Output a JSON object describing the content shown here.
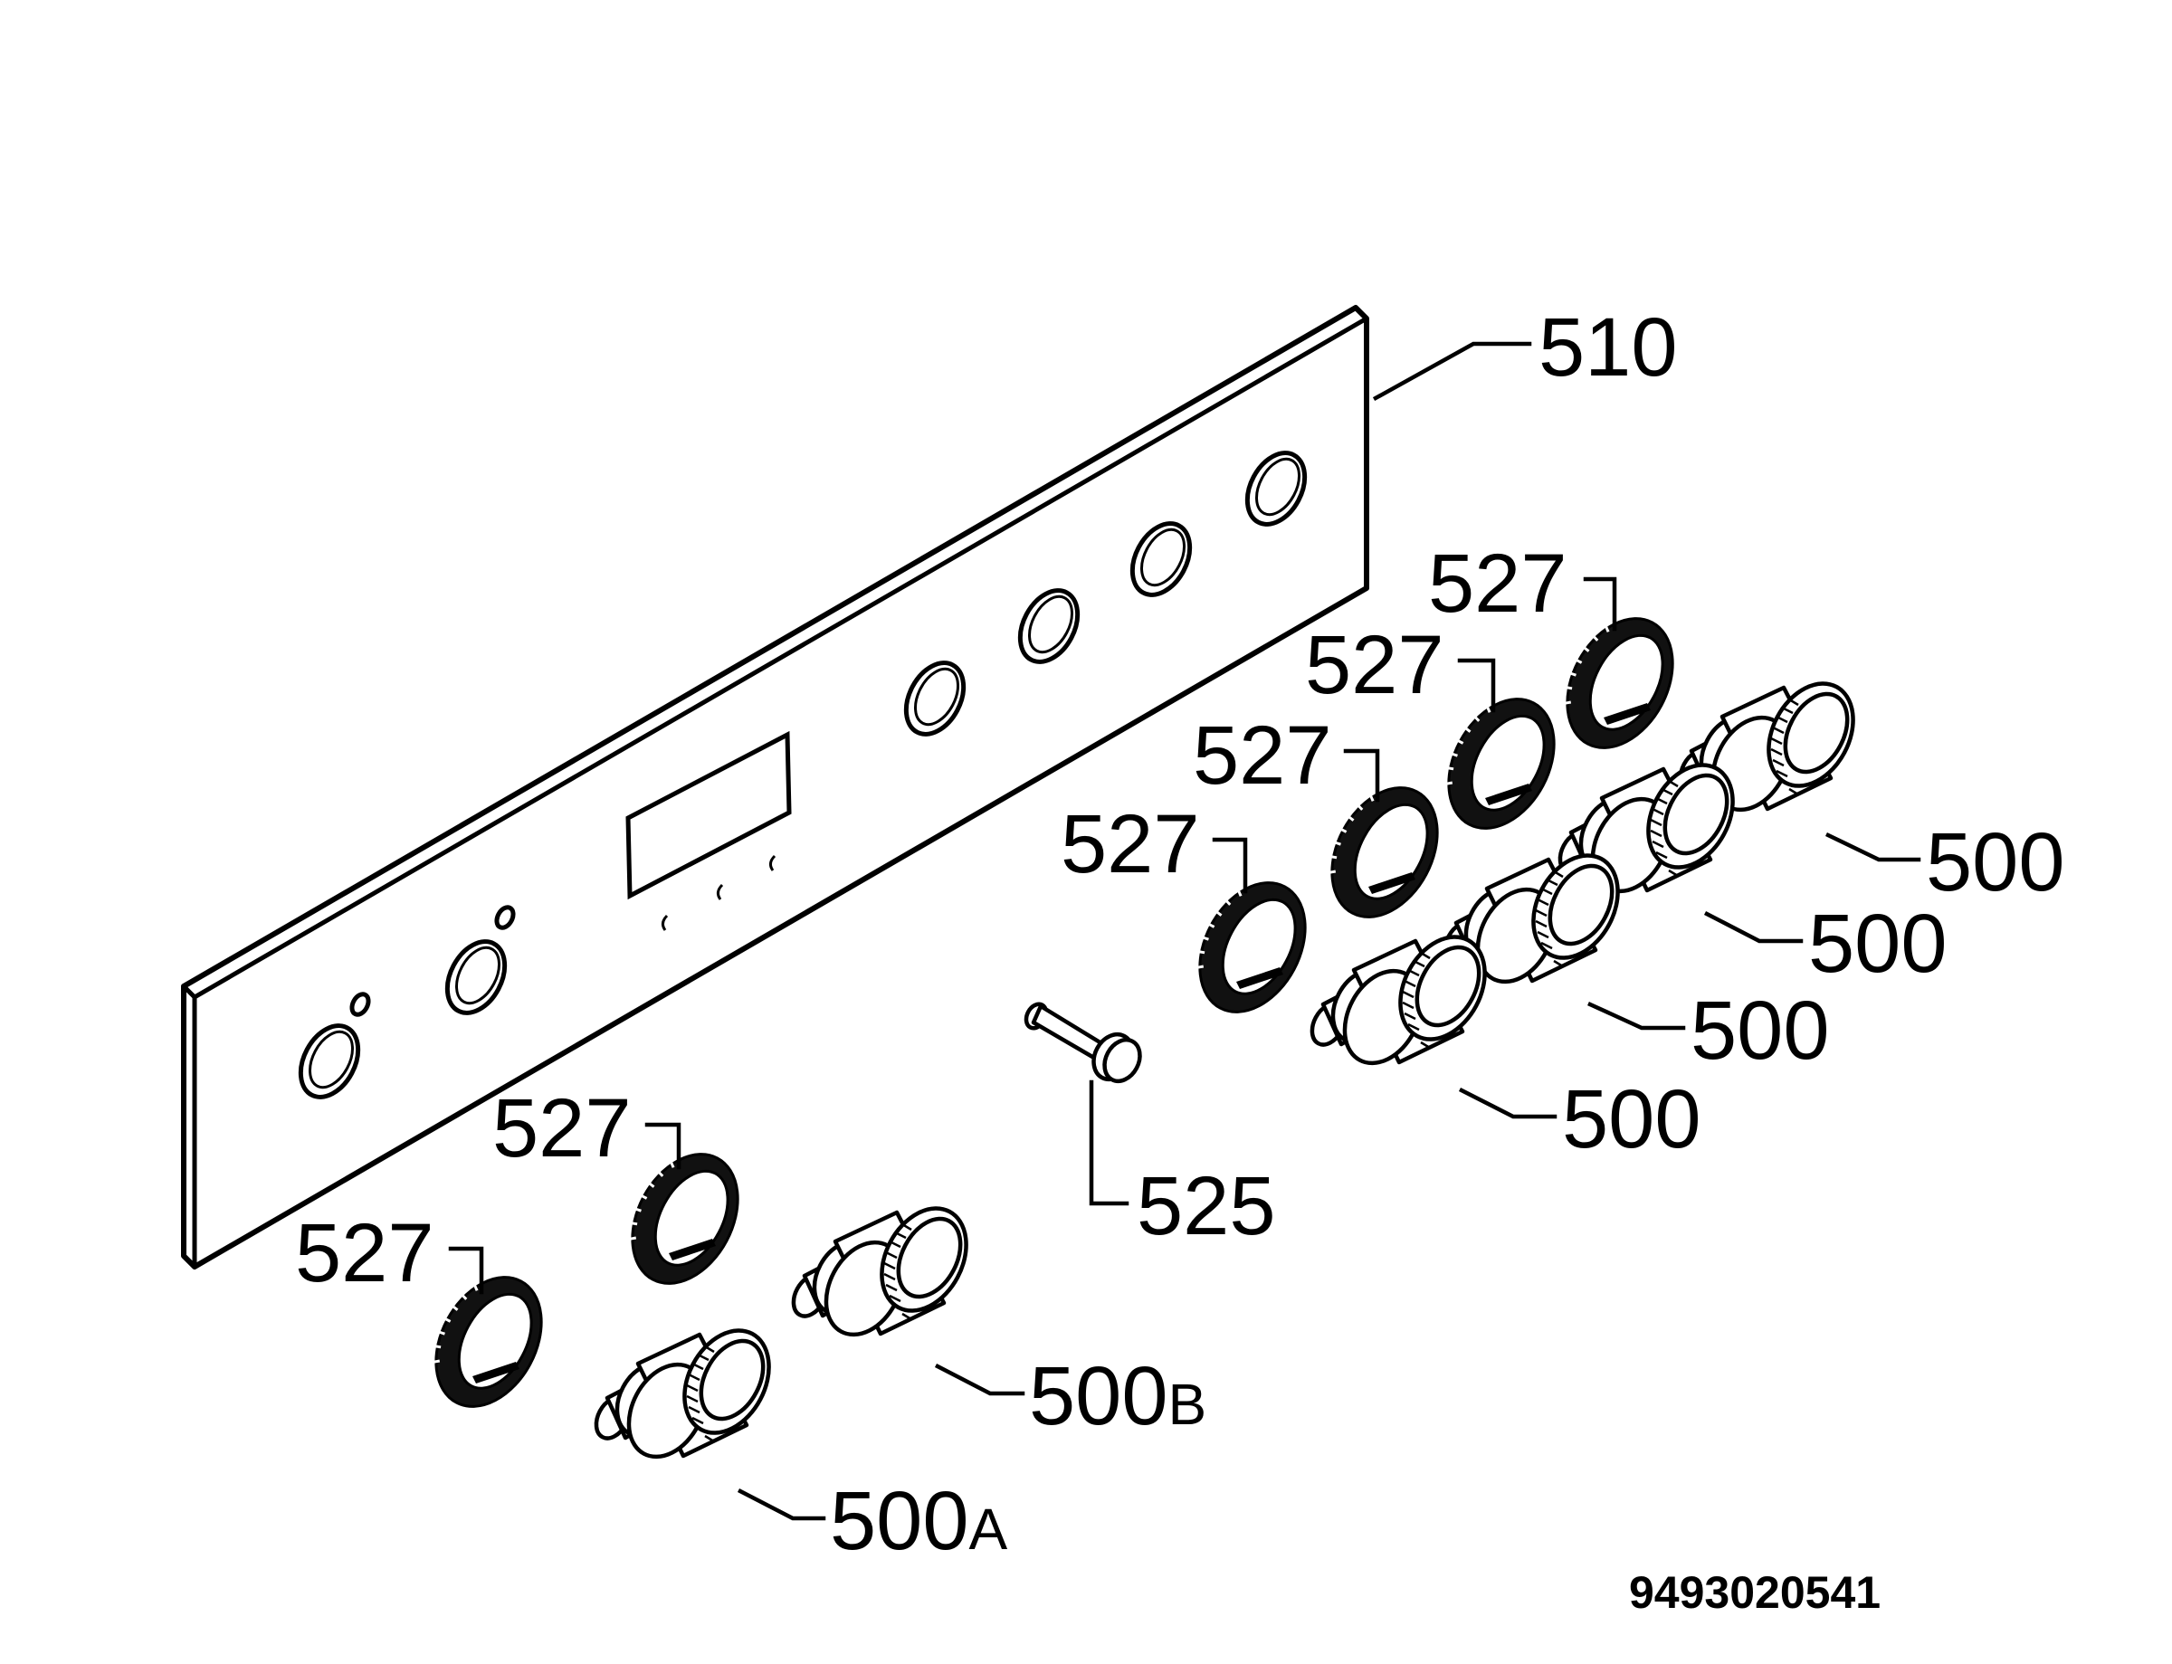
{
  "diagram": {
    "labels": {
      "panel": "510",
      "clip": "525",
      "rings": [
        "527",
        "527",
        "527",
        "527",
        "527",
        "527"
      ],
      "knobs": [
        "500",
        "500",
        "500",
        "500"
      ],
      "knob_a": {
        "number": "500",
        "suffix": "A"
      },
      "knob_b": {
        "number": "500",
        "suffix": "B"
      }
    },
    "document_number": "9493020541"
  }
}
